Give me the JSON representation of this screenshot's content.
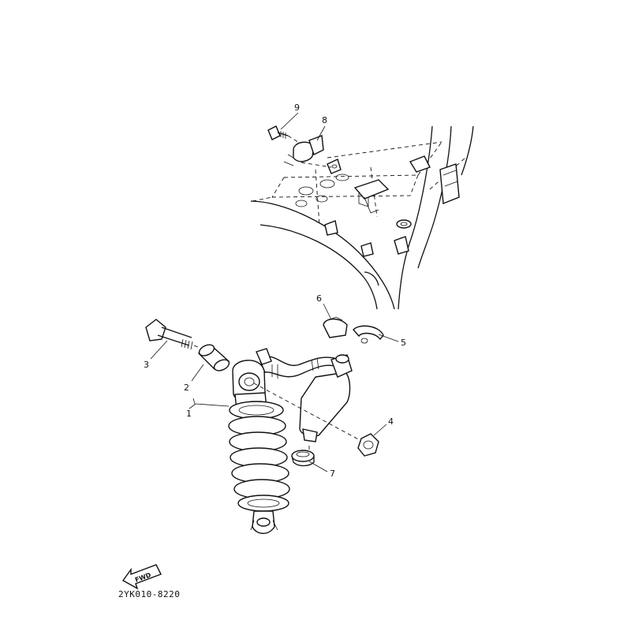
{
  "diagram": {
    "callouts": [
      "1",
      "2",
      "3",
      "4",
      "5",
      "6",
      "7",
      "8",
      "9"
    ],
    "fwd_label": "FWD",
    "drawing_code": "2YK010-8220"
  }
}
